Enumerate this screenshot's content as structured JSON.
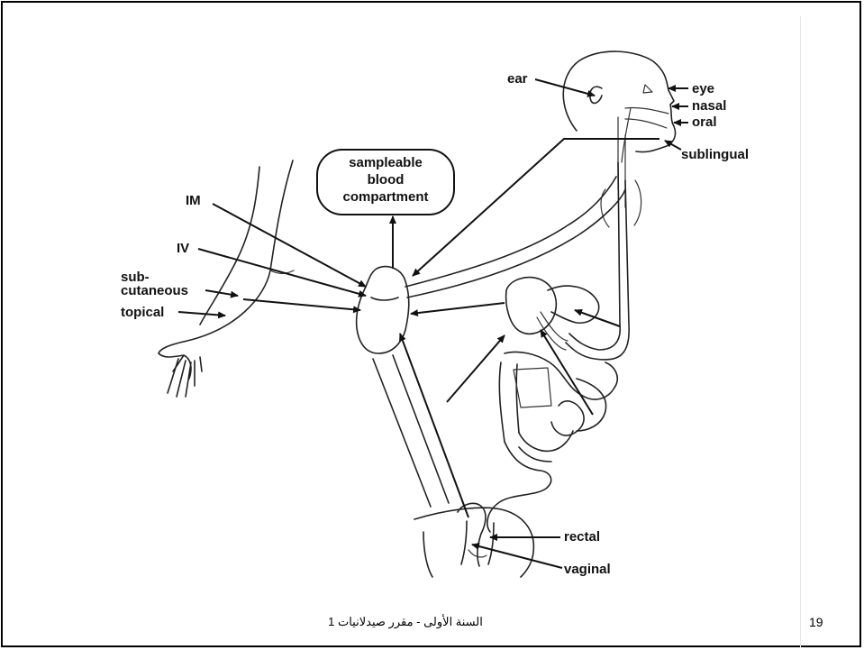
{
  "diagram": {
    "box_label": [
      "sampleable",
      "blood",
      "compartment"
    ],
    "routes": {
      "ear": "ear",
      "eye": "eye",
      "nasal": "nasal",
      "oral": "oral",
      "sublingual": "sublingual",
      "im": "IM",
      "iv": "IV",
      "subcutaneous": [
        "sub-",
        "cutaneous"
      ],
      "topical": "topical",
      "rectal": "rectal",
      "vaginal": "vaginal"
    }
  },
  "footer": {
    "text": "السنة الأولى - مقرر صيدلانيات 1",
    "page_number": "19"
  }
}
